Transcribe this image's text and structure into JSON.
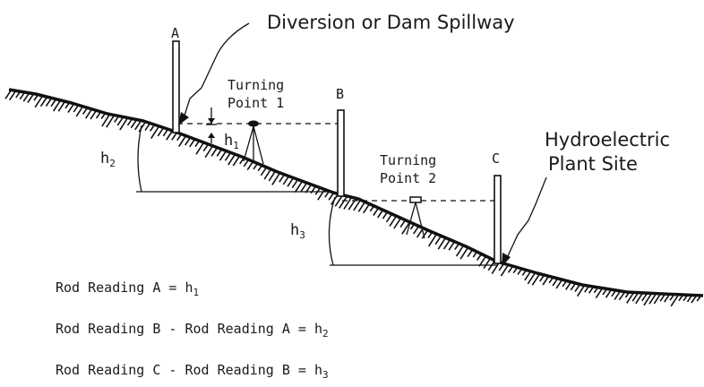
{
  "labels": {
    "spillway": "Diversion or Dam Spillway",
    "plant_line1": "Hydroelectric",
    "plant_line2": "Plant Site",
    "tp1_line1": "Turning",
    "tp1_line2": "Point 1",
    "tp2_line1": "Turning",
    "tp2_line2": "Point 2",
    "rod_a": "A",
    "rod_b": "B",
    "rod_c": "C",
    "h1": "h",
    "h1_sub": "1",
    "h2": "h",
    "h2_sub": "2",
    "h3": "h",
    "h3_sub": "3"
  },
  "equations": [
    {
      "text": "Rod Reading A = h",
      "sub": "1"
    },
    {
      "text": "Rod Reading B - Rod Reading A = h",
      "sub": "2"
    },
    {
      "text": "Rod Reading C - Rod Reading B = h",
      "sub": "3"
    }
  ]
}
